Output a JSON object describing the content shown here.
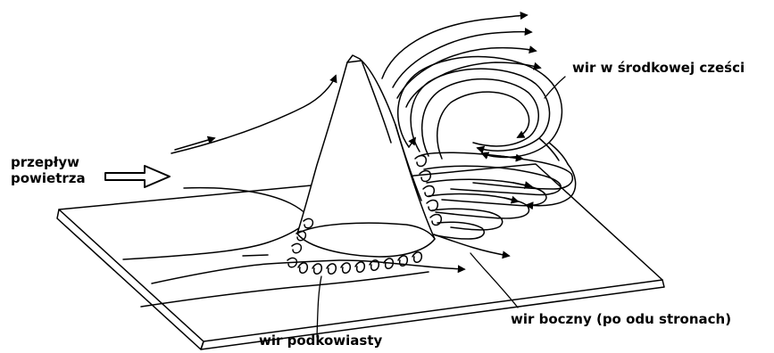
{
  "labels": {
    "airflow_line1": "przepływ",
    "airflow_line2": "powietrza",
    "central_vortex": "wir w środkowej cześci",
    "side_vortex": "wir boczny (po odu stronach)",
    "horseshoe_vortex": "wir podkowiasty"
  },
  "colors": {
    "ink": "#000000",
    "background": "#ffffff",
    "surface": "#ffffff"
  }
}
